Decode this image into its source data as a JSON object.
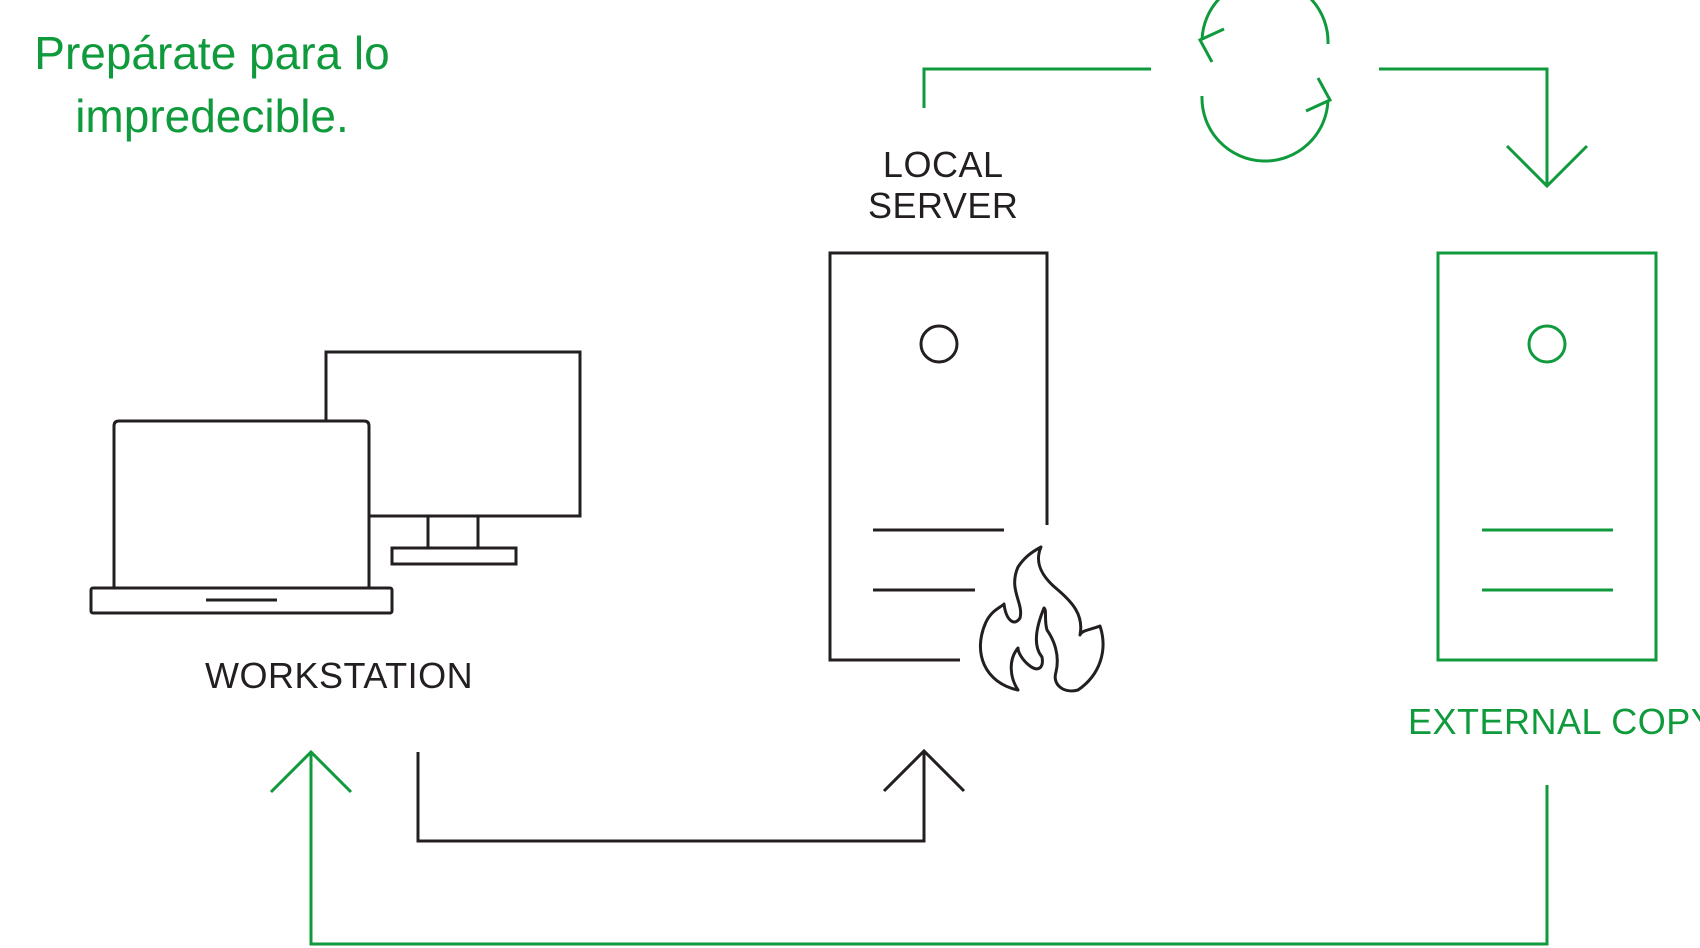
{
  "headline": {
    "line1": "Prepárate para lo",
    "line2": "impredecible."
  },
  "nodes": {
    "workstation": "WORKSTATION",
    "local_server_line1": "LOCAL",
    "local_server_line2": "SERVER",
    "external_copy": "EXTERNAL COPY"
  },
  "colors": {
    "accent": "#0f9a3c",
    "ink": "#231f20",
    "background": "#ffffff"
  },
  "icons": [
    "laptop-icon",
    "monitor-icon",
    "server-icon",
    "fire-icon",
    "sync-icon",
    "external-server-icon"
  ]
}
